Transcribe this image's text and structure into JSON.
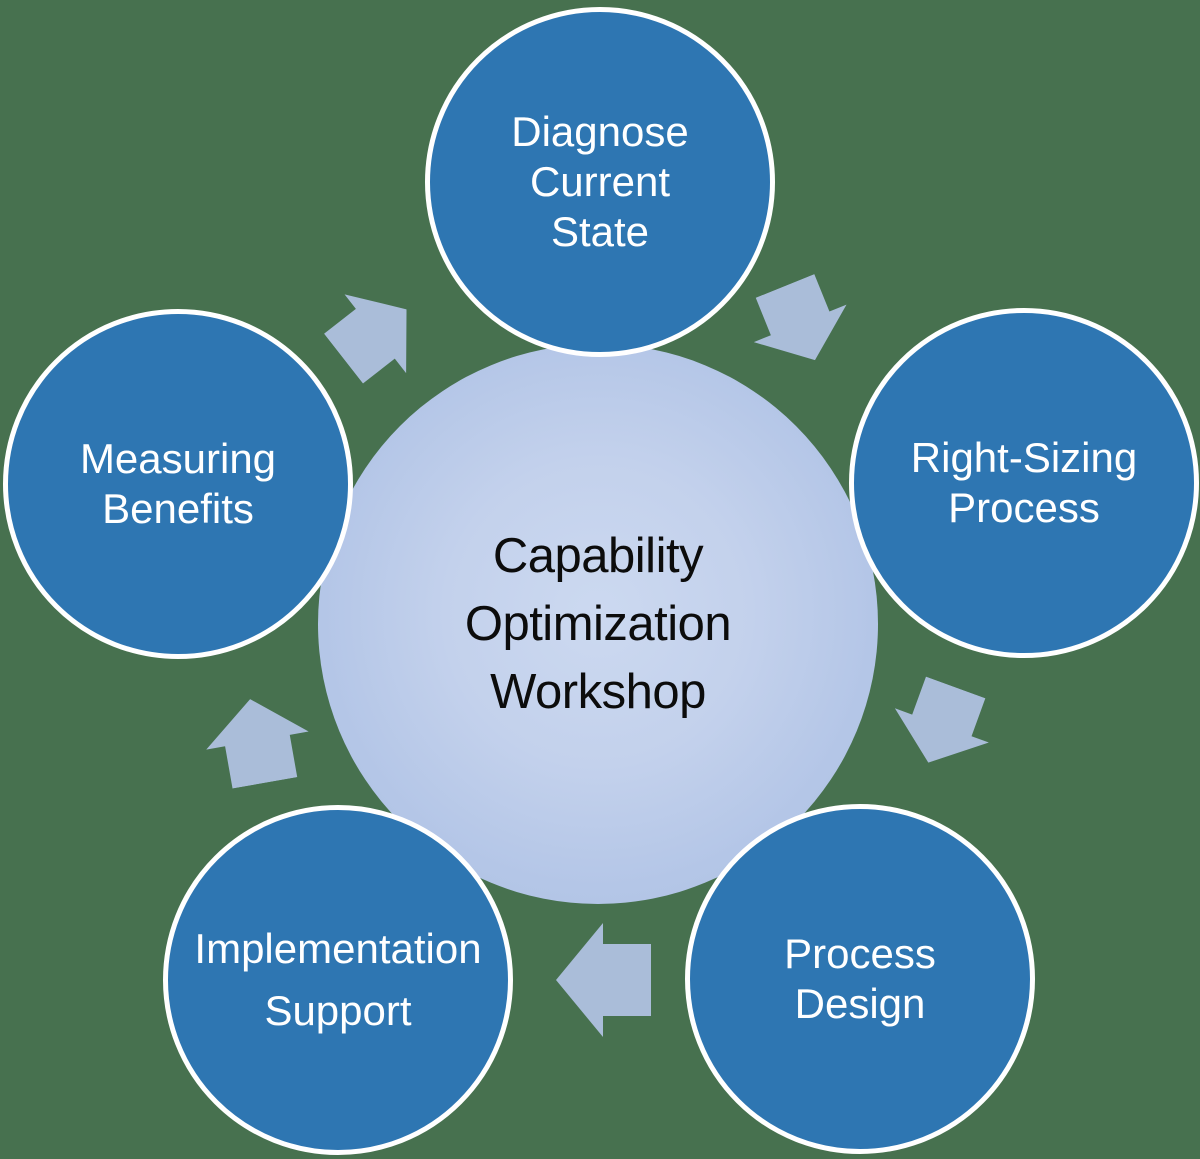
{
  "diagram": {
    "type": "cycle",
    "title": "Capability Optimization Workshop",
    "center": {
      "lines": [
        "Capability",
        "Optimization",
        "Workshop"
      ]
    },
    "nodes": [
      {
        "id": "diagnose-current-state",
        "position": "top",
        "lines": [
          "Diagnose",
          "Current",
          "State"
        ]
      },
      {
        "id": "right-sizing-process",
        "position": "right",
        "lines": [
          "Right-Sizing",
          "Process"
        ]
      },
      {
        "id": "process-design",
        "position": "bottom-right",
        "lines": [
          "Process",
          "Design"
        ]
      },
      {
        "id": "implementation-support",
        "position": "bottom-left",
        "lines": [
          "Implementation",
          "Support"
        ]
      },
      {
        "id": "measuring-benefits",
        "position": "left",
        "lines": [
          "Measuring",
          "Benefits"
        ]
      }
    ],
    "arrows": [
      {
        "id": "arrow-measuring-to-diagnose",
        "from": "measuring-benefits",
        "to": "diagnose-current-state",
        "direction": "up-right"
      },
      {
        "id": "arrow-diagnose-to-rightsizing",
        "from": "diagnose-current-state",
        "to": "right-sizing-process",
        "direction": "down-right"
      },
      {
        "id": "arrow-rightsizing-to-processdesign",
        "from": "right-sizing-process",
        "to": "process-design",
        "direction": "down-left"
      },
      {
        "id": "arrow-processdesign-to-implementation",
        "from": "process-design",
        "to": "implementation-support",
        "direction": "left"
      },
      {
        "id": "arrow-implementation-to-measuring",
        "from": "implementation-support",
        "to": "measuring-benefits",
        "direction": "up"
      }
    ],
    "colors": {
      "background": "#47714f",
      "node_fill": "#2e76b2",
      "node_ring": "#ffffff",
      "node_text": "#ffffff",
      "arrow_fill": "#aabdd9",
      "center_fill_inner": "#ccd9f0",
      "center_fill_outer": "#aabee1",
      "center_text": "#0c0c0c"
    }
  }
}
